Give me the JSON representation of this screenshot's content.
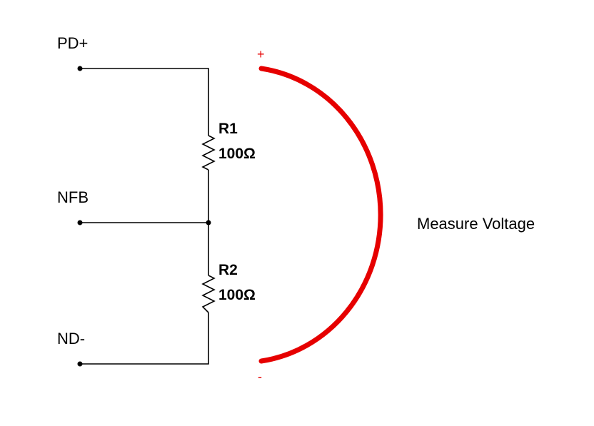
{
  "nodes": {
    "pd_plus": "PD+",
    "nfb": "NFB",
    "nd_minus": "ND-"
  },
  "resistors": [
    {
      "ref": "R1",
      "value": "100Ω"
    },
    {
      "ref": "R2",
      "value": "100Ω"
    }
  ],
  "measurement": {
    "label": "Measure Voltage",
    "plus": "+",
    "minus": "-",
    "color": "#e60000"
  },
  "wire_color": "#000000"
}
